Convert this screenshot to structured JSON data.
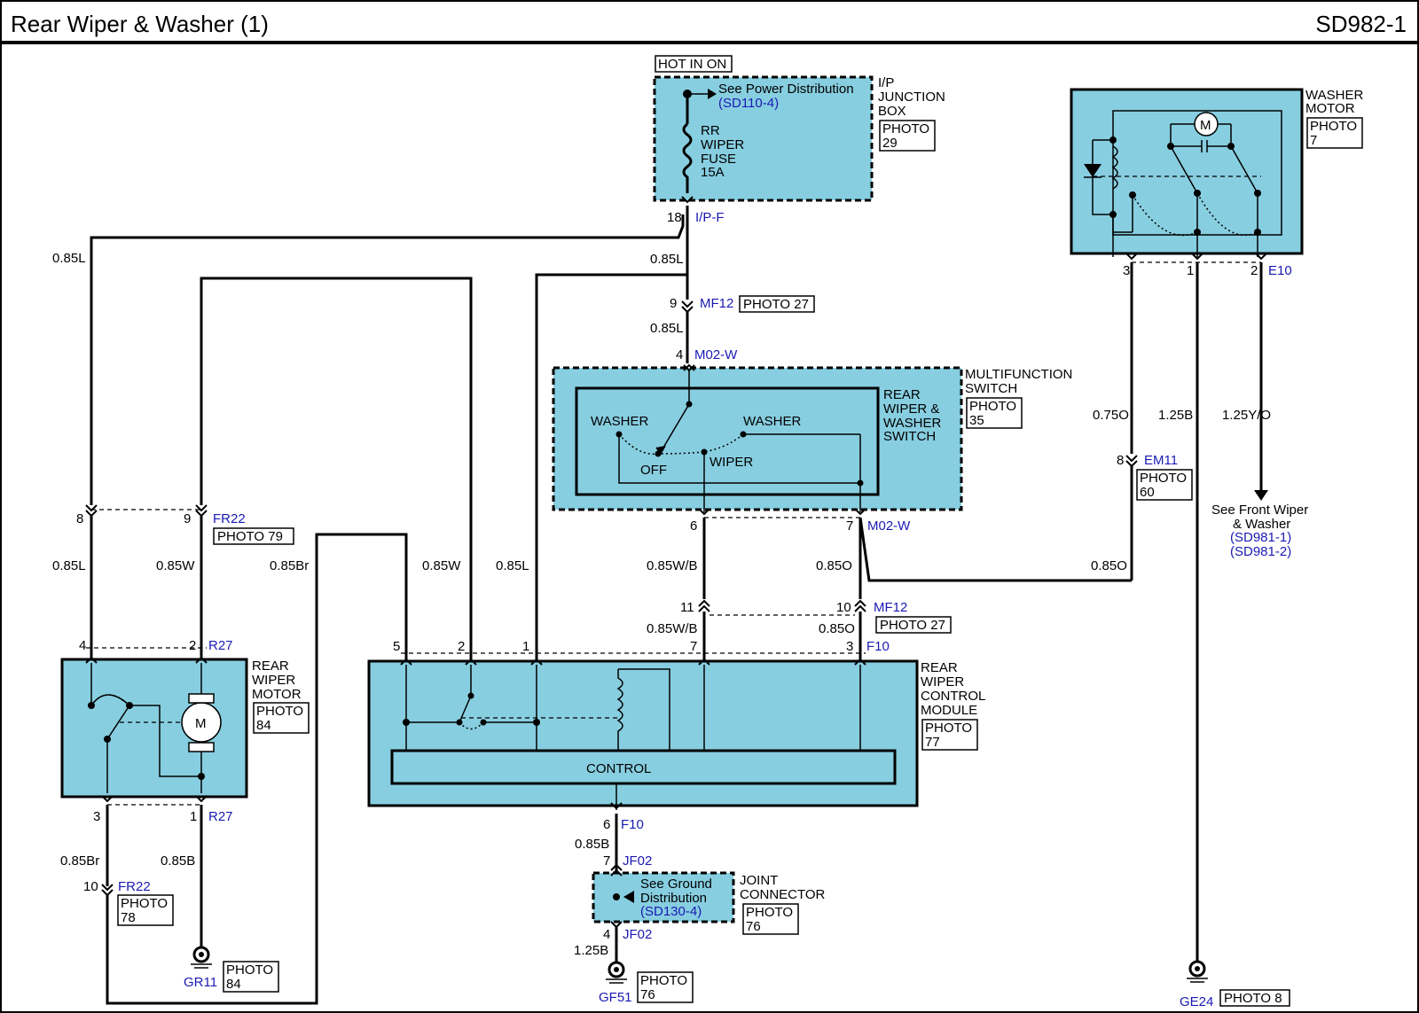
{
  "header": {
    "title": "Rear Wiper & Washer (1)",
    "code": "SD982-1"
  },
  "hot_label": "HOT IN ON",
  "ipjb": {
    "name": [
      "I/P",
      "JUNCTION",
      "BOX"
    ],
    "photo": [
      "PHOTO",
      "29"
    ],
    "see": "See Power Distribution",
    "see_ref": "(SD110-4)",
    "fuse": [
      "RR",
      "WIPER",
      "FUSE",
      "15A"
    ],
    "pin": "18",
    "conn": "I/P-F"
  },
  "washer_motor": {
    "name": [
      "WASHER",
      "MOTOR"
    ],
    "photo": [
      "PHOTO",
      "7"
    ],
    "pins": [
      "3",
      "1",
      "2"
    ],
    "conn": "E10",
    "motor": "M"
  },
  "mf12_top": {
    "pin": "9",
    "conn": "MF12",
    "photo": "PHOTO 27"
  },
  "multifunction": {
    "name": [
      "MULTIFUNCTION",
      "SWITCH"
    ],
    "photo": [
      "PHOTO",
      "35"
    ],
    "inner": [
      "REAR",
      "WIPER &",
      "WASHER",
      "SWITCH"
    ],
    "pos": {
      "washer_left": "WASHER",
      "washer_right": "WASHER",
      "off": "OFF",
      "wiper": "WIPER"
    },
    "in_pin": "4",
    "in_conn": "M02-W",
    "out_pins": [
      "6",
      "7"
    ],
    "out_conn": "M02-W"
  },
  "wires": {
    "w085L_left": "0.85L",
    "w085L_top": "0.85L",
    "w085L_mid": "0.85L",
    "w085L_a": "0.85L",
    "w085W_a": "0.85W",
    "w085Br": "0.85Br",
    "w085W_b": "0.85W",
    "w085L_b": "0.85L",
    "w085WB_a": "0.85W/B",
    "w085O_a": "0.85O",
    "w085WB_b": "0.85W/B",
    "w085O_b": "0.85O",
    "w075O": "0.75O",
    "w125B": "1.25B",
    "w125YO": "1.25Y/O",
    "w085O_c": "0.85O",
    "w085Br_b": "0.85Br",
    "w085B": "0.85B",
    "w085B_jc": "0.85B",
    "w125B_gnd": "1.25B"
  },
  "em11": {
    "pin": "8",
    "conn": "EM11",
    "photo": [
      "PHOTO",
      "60"
    ]
  },
  "front_ref": {
    "text": [
      "See Front Wiper",
      "& Washer"
    ],
    "refs": [
      "(SD981-1)",
      "(SD981-2)"
    ]
  },
  "fr22": {
    "pins": [
      "8",
      "9"
    ],
    "conn": "FR22",
    "photo": "PHOTO 79"
  },
  "mf12_mid": {
    "pins": [
      "11",
      "10"
    ],
    "conn": "MF12",
    "photo": "PHOTO 27"
  },
  "rear_motor": {
    "name": [
      "REAR",
      "WIPER",
      "MOTOR"
    ],
    "photo": [
      "PHOTO",
      "84"
    ],
    "motor": "M",
    "top_pins": [
      "4",
      "2"
    ],
    "top_conn": "R27",
    "bot_pins": [
      "3",
      "1"
    ],
    "bot_conn": "R27"
  },
  "control_module": {
    "name": [
      "REAR",
      "WIPER",
      "CONTROL",
      "MODULE"
    ],
    "photo": [
      "PHOTO",
      "77"
    ],
    "control": "CONTROL",
    "top_pins": [
      "5",
      "2",
      "1",
      "7",
      "3"
    ],
    "top_conn": "F10",
    "bot_pin": "6",
    "bot_conn": "F10"
  },
  "jf02": {
    "top_pin": "7",
    "conn": "JF02",
    "bot_pin": "4"
  },
  "joint_connector": {
    "name": [
      "JOINT",
      "CONNECTOR"
    ],
    "photo": [
      "PHOTO",
      "76"
    ],
    "see": [
      "See Ground",
      "Distribution"
    ],
    "see_ref": "(SD130-4)"
  },
  "fr22_low": {
    "pin": "10",
    "conn": "FR22",
    "photo": [
      "PHOTO",
      "78"
    ]
  },
  "grounds": {
    "gr11": {
      "name": "GR11",
      "photo": [
        "PHOTO",
        "84"
      ]
    },
    "gf51": {
      "name": "GF51",
      "photo": [
        "PHOTO",
        "76"
      ]
    },
    "ge24": {
      "name": "GE24",
      "photo": "PHOTO 8"
    }
  }
}
